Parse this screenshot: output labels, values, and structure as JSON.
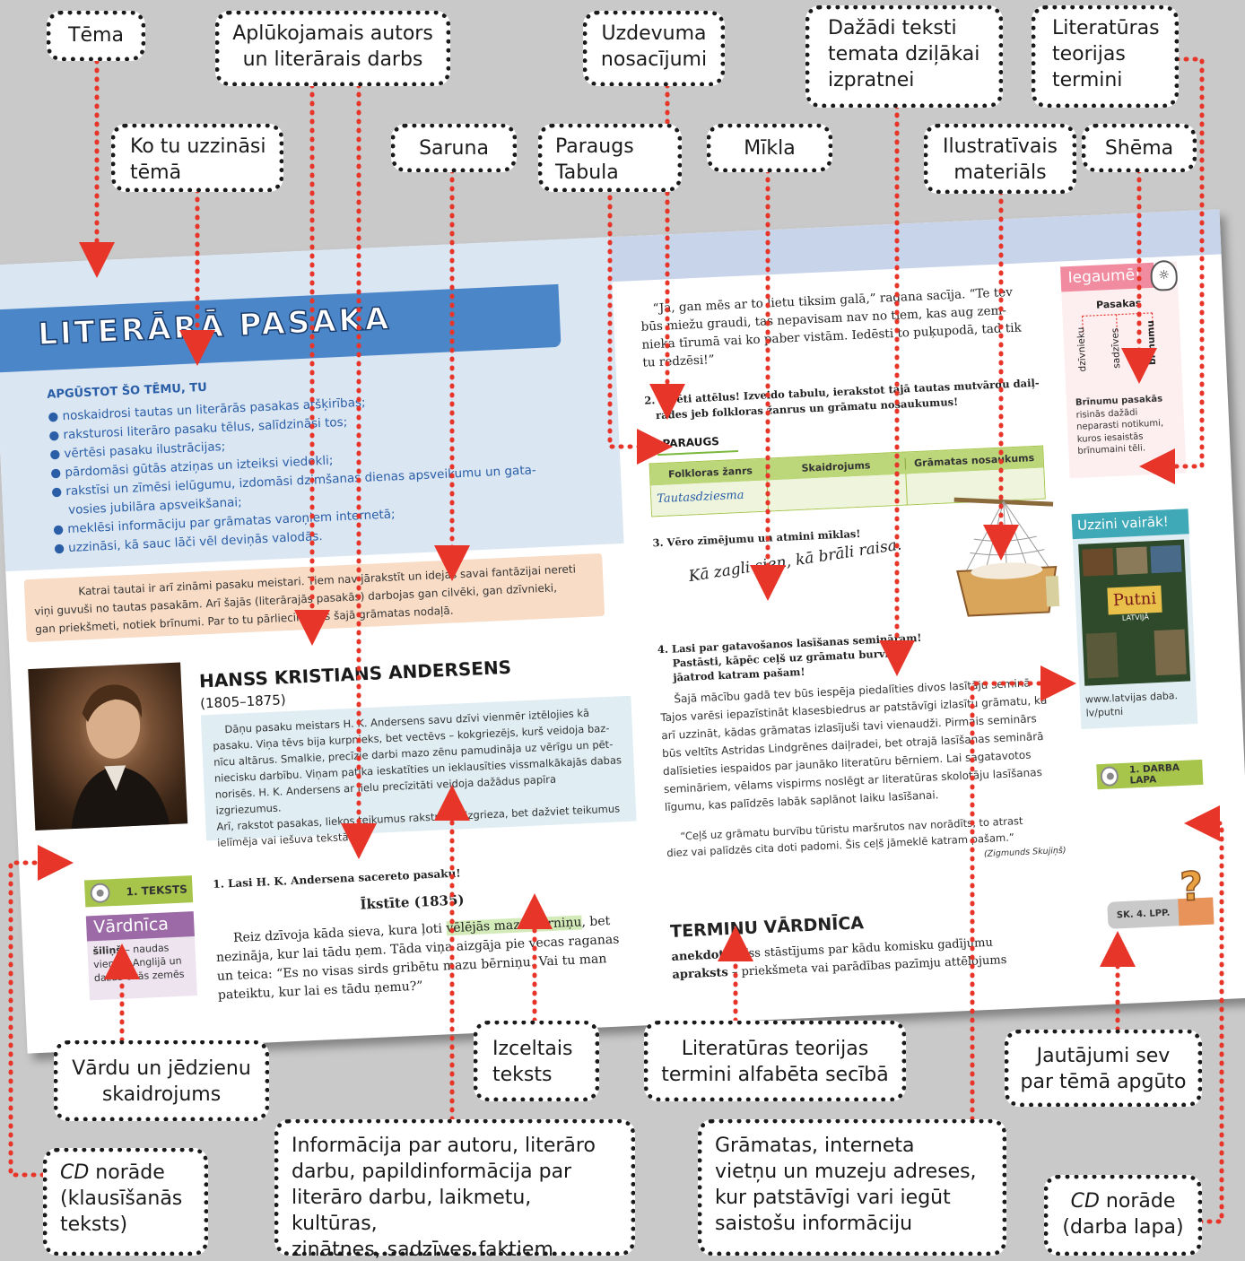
{
  "callouts": {
    "tema": "Tēma",
    "aplukojamais_1": "Aplūkojamais autors",
    "aplukojamais_2": "un literārais darbs",
    "uzdevuma_1": "Uzdevuma",
    "uzdevuma_2": "nosacījumi",
    "dazadi_1": "Dažādi teksti",
    "dazadi_2": "temata dziļākai",
    "dazadi_3": "izpratnei",
    "literaturas_1": "Literatūras",
    "literaturas_2": "teorijas",
    "literaturas_3": "termini",
    "ko_tu_1": "Ko tu uzzināsi",
    "ko_tu_2": "tēmā",
    "saruna": "Saruna",
    "paraugs_1": "Paraugs",
    "paraugs_2": "Tabula",
    "mikla": "Mīkla",
    "ilustrativais_1": "Ilustratīvais",
    "ilustrativais_2": "materiāls",
    "shema": "Shēma",
    "vardu_1": "Vārdu un jēdzienu",
    "vardu_2": "skaidrojums",
    "izceltais_1": "Izceltais",
    "izceltais_2": "teksts",
    "terminu_1": "Literatūras teorijas",
    "terminu_2": "termini alfabēta secībā",
    "jautajumi_1": "Jautājumi sev",
    "jautajumi_2": "par tēmā apgūto",
    "info_1": "Informācija par autoru, literāro",
    "info_2": "darbu, papildinformācija par",
    "info_3": "literāro darbu, laikmetu, kultūras,",
    "info_4": "zinātnes, sadzīves faktiem",
    "gramatas_1": "Grāmatas, interneta",
    "gramatas_2": "vietņu un muzeju adreses,",
    "gramatas_3": "kur patstāvīgi vari iegūt",
    "gramatas_4": "saistošu informāciju",
    "cd_teksts_1": "CD",
    "cd_teksts_2": " norāde",
    "cd_teksts_3": "(klausīšanās",
    "cd_teksts_4": "teksts)",
    "cd_lapa_1": "CD",
    "cd_lapa_2": " norāde",
    "cd_lapa_3": "(darba lapa)"
  },
  "page": {
    "title": "LITERĀRĀ PASAKA",
    "intro_heading": "APGŪSTOT ŠO TĒMU, TU",
    "intro_items": [
      "noskaidrosi tautas un literārās pasakas atšķirības;",
      "raksturosi literāro pasaku tēlus, salīdzināsi tos;",
      "vērtēsi pasaku ilustrācijas;",
      "pārdomāsi gūtās atziņas un izteiksi viedokli;",
      "rakstīsi un zīmēsi ielūgumu, izdomāsi dzimšanas dienas apsveikumu un gata-",
      "vosies jubilāra apsveikšanai;",
      "meklēsi informāciju par grāmatas varoņiem internetā;",
      "uzzināsi, kā sauc lāči vēl deviņās valodās."
    ],
    "dialogue_1": "Katrai tautai ir arī zināmi pasaku meistari. Tiem nav jārakstīt un idejas savai fantāzijai nereti",
    "dialogue_2": "viņi guvuši no tautas pasakām. Arī šajās (literārajās pasakās) darbojas gan cilvēki, gan dzīvnieki,",
    "dialogue_3": "gan priekšmeti, notiek brīnumi. Par to tu pārliecināsies šajā grāmatas nodaļā.",
    "author_name": "HANSS KRISTIANS ANDERSENS",
    "author_years": "(1805–1875)",
    "bio_1": "Dāņu pasaku meistars H. K. Andersens savu dzīvi vienmēr iztēlojies kā",
    "bio_2": "pasaku. Viņa tēvs bija kurpnieks, bet vectēvs – kokgriezējs, kurš veidoja baz-",
    "bio_3": "nīcu altārus. Smalkie, precīzie darbi mazo zēnu pamudināja uz vērīgu un pēt-",
    "bio_4": "niecisku darbību. Viņam patika ieskatīties un ieklausīties vissmalkākajās dabas",
    "bio_5": "norisēs. H. K. Andersens ar lielu precīzitāti veidoja dažādus papīra izgriezumus.",
    "bio_6": "Arī, rakstot pasakas, liekos teikumus rakstnieks izgrieza, bet dažviet teikumus",
    "bio_7": "ielīmēja vai iešuva tekstā.",
    "cd_label": "1. TEKSTS",
    "vardnica_title": "Vārdnīca",
    "vardnica_word": "šiliņš",
    "vardnica_rest": " – naudas vienība Anglijā un dažās citās zemēs",
    "task1": "1. Lasi H. K. Andersena saceretо pasaku!",
    "story_title": "Īkstīte (1835)",
    "story_1a": "Reiz dzīvoja kāda sieva, kura ļoti ",
    "story_1b": "vēlējās mazu bērniņu",
    "story_1c": ", bet",
    "story_2": "nezināja, kur lai tādu ņem. Tāda viņa aizgāja pie vecas raganas",
    "story_3": "un teica: “Es no visas sirds gribētu mazu bērniņu. Vai tu man",
    "story_4": "pateiktu, kur lai es tādu ņemu?”",
    "quote_1": "“Jā, gan mēs ar to lietu tiksim galā,” ragana sacīja. “Te tev",
    "quote_2": "būs miežu graudi, tas nepavisam nav no tiem, kas aug zem-",
    "quote_3": "nieka tīrumā vai ko paber vistām. Iedēsti to puķupodā, tad tik",
    "quote_4": "tu redzēsi!”",
    "task2_1": "2. Izpēti attēlus! Izveido tabulu, ierakstot tajā tautas mutvārdu daiļ-",
    "task2_2": "rades jeb folkloras žanrus un grāmatu nosaukumus!",
    "paraugs_label": "PARAUGS",
    "table_headers": [
      "Folkloras žanrs",
      "Skaidrojums",
      "Grāmatas nosaukums"
    ],
    "table_cell": "Tautasdziesma",
    "task3": "3. Vēro zīmējumu un atmini mīklas!",
    "riddle": "Kā zagli sien, kā brāli raisa.",
    "task4_1": "4. Lasi par gatavošanos lasīšanas semināram!",
    "task4_2": "Pastāsti, kāpēc ceļš uz grāmatu burvību",
    "task4_3": "jāatrod katram pašam!",
    "seminar_1": "Šajā mācību gadā tev būs iespēja piedalīties divos lasītāju seminā",
    "seminar_2": "Tajos varēsi iepazīstināt klasesbiedrus ar patstāvīgi izlasītu grāmatu, kā",
    "seminar_3": "arī uzzināt, kādas grāmatas izlasījuši tavi vienaudži. Pirmais seminārs",
    "seminar_4": "būs veltīts Astridas Lindgrēnes daiļradei, bet otrajā lasīšanas seminārā",
    "seminar_5": "dalīsieties iespaidos par jaunāko literatūru bērniem. Lai sagatavotos",
    "seminar_6": "semināriem, vēlams vispirms noslēgt ar literatūras skolotāju lasīšanas",
    "seminar_7": "līgumu, kas palīdzēs labāk saplānot laiku lasīšanai.",
    "motto_1": "“Ceļš uz grāmatu burvību tūristu maršrutos nav norādīts, to atrast",
    "motto_2": "diez vai palīdzēs cita doti padomi. Šis ceļš jāmeklē katram pašam.”",
    "motto_author": "(Zigmunds Skujiņš)",
    "terms_title": "TERMINU VĀRDNĪCA",
    "term1_word": "anekdote",
    "term1_def": " – īss stāstījums par kādu komisku gadījumu",
    "term2_word": "apraksts",
    "term2_def": " – priekšmeta vai parādības pazīmju attēlojums",
    "iegaume_title": "Iegaumē!",
    "schema_root": "Pasakas",
    "schema_1": "dzīvnieku",
    "schema_2": "sadzīves",
    "schema_3": "brīnumu",
    "schema_note_bold": "Brīnumu pasakās",
    "schema_note": "risinās dažādi neparasti notikumi, kuros iesaistās brīnumaini tēli.",
    "uzzini_title": "Uzzini vairāk!",
    "book_title": "Putni",
    "book_subtitle": "LATVIJĀ",
    "link_1": "www.latvijas daba.",
    "link_2": "lv/putni",
    "worksheet_label": "1. DARBA LAPA",
    "ref_label": "SK. 4. LPP."
  },
  "colors": {
    "title_band": "#4a86c8",
    "intro_bg": "#dbe6f3",
    "dialogue_bg": "#f8dcc6",
    "bio_bg": "#e0eef4",
    "vardnica": "#9c6aa6",
    "cd_green": "#a6c54a",
    "iegaume": "#f08ba0",
    "uzzini": "#3fa9b8",
    "arrow": "#e8352a"
  }
}
